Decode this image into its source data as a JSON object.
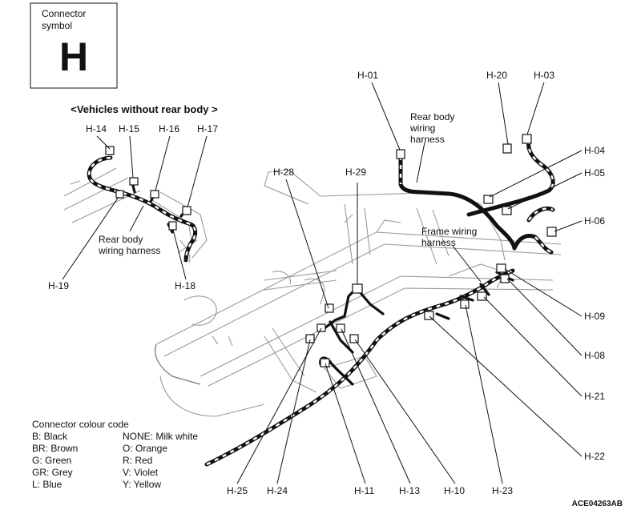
{
  "connector_symbol": {
    "caption_line1": "Connector",
    "caption_line2": "symbol",
    "letter": "H"
  },
  "inset": {
    "title": "<Vehicles without rear body >",
    "harness_line1": "Rear body",
    "harness_line2": "wiring harness"
  },
  "harness_labels": {
    "rear_body_line1": "Rear body",
    "rear_body_line2": "wiring",
    "rear_body_line3": "harness",
    "frame_line1": "Frame wiring",
    "frame_line2": "harness"
  },
  "connectors": {
    "h01": "H-01",
    "h03": "H-03",
    "h04": "H-04",
    "h05": "H-05",
    "h06": "H-06",
    "h08": "H-08",
    "h09": "H-09",
    "h10": "H-10",
    "h11": "H-11",
    "h13": "H-13",
    "h14": "H-14",
    "h15": "H-15",
    "h16": "H-16",
    "h17": "H-17",
    "h18": "H-18",
    "h19": "H-19",
    "h20": "H-20",
    "h21": "H-21",
    "h22": "H-22",
    "h23": "H-23",
    "h24": "H-24",
    "h25": "H-25",
    "h28": "H-28",
    "h29": "H-29"
  },
  "colour_code": {
    "title": "Connector colour code",
    "left": [
      "B: Black",
      "BR: Brown",
      "G: Green",
      "GR: Grey",
      "L: Blue"
    ],
    "right": [
      "NONE: Milk white",
      "O: Orange",
      "R: Red",
      "V: Violet",
      "Y: Yellow"
    ]
  },
  "figure_id": "ACE04263AB"
}
